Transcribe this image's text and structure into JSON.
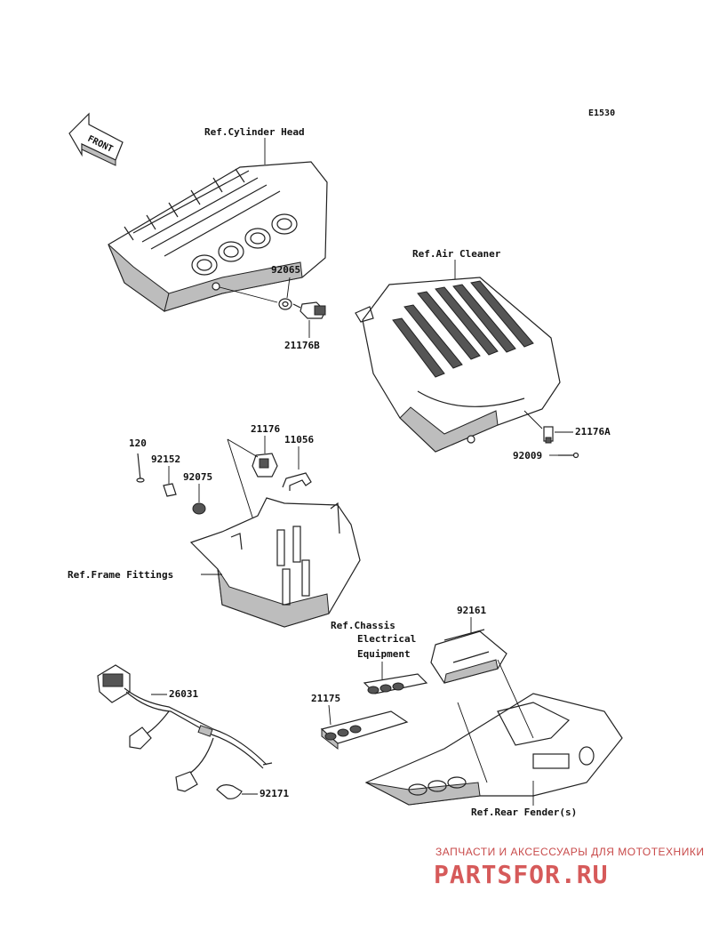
{
  "diagram_code": "E1530",
  "front_arrow": "FRONT",
  "references": {
    "cylinder_head": "Ref.Cylinder Head",
    "air_cleaner": "Ref.Air Cleaner",
    "frame_fittings": "Ref.Frame Fittings",
    "chassis_line1": "Ref.Chassis",
    "chassis_line2": "Electrical",
    "chassis_line3": "Equipment",
    "rear_fender": "Ref.Rear Fender(s)"
  },
  "parts": {
    "p92065": "92065",
    "p21176B": "21176B",
    "p21176": "21176",
    "p11056": "11056",
    "p120": "120",
    "p92152": "92152",
    "p92075": "92075",
    "p21176A": "21176A",
    "p92009": "92009",
    "p92161": "92161",
    "p21175": "21175",
    "p26031": "26031",
    "p92171": "92171"
  },
  "watermark": {
    "tagline": "ЗАПЧАСТИ И АКСЕССУАРЫ ДЛЯ МОТОТЕХНИКИ",
    "logo": "PARTSFOR.RU"
  },
  "colors": {
    "line": "#222222",
    "shade": "#bdbdbd",
    "watermark": "#d65a5a"
  }
}
